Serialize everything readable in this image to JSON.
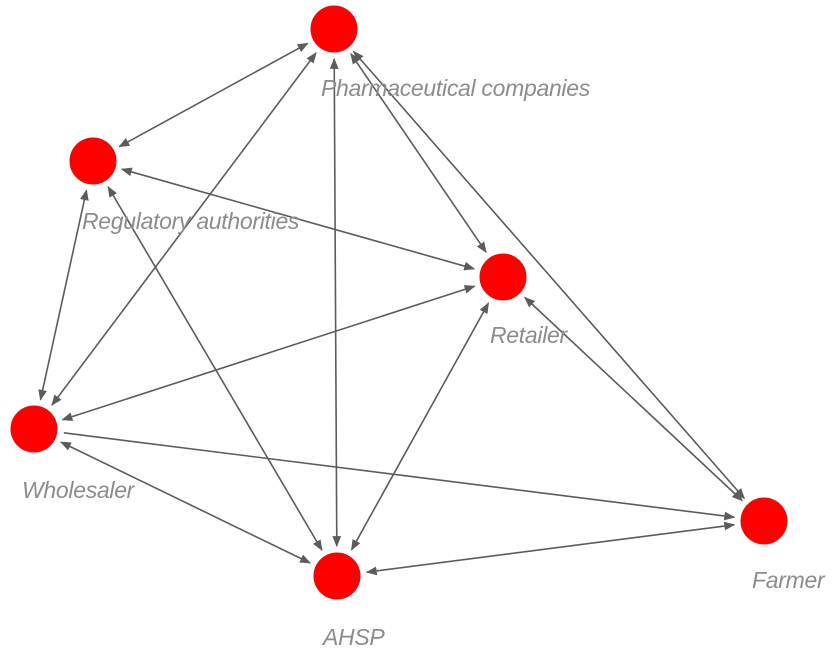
{
  "colors": {
    "node_fill": "#ff0000",
    "node_stroke": "#e01010",
    "edge": "#5c5c5c",
    "label": "#8c8c8c"
  },
  "nodes": [
    {
      "id": "pharma",
      "label": "Pharmaceutical companies"
    },
    {
      "id": "regulatory",
      "label": "Regulatory authorities"
    },
    {
      "id": "retailer",
      "label": "Retailer"
    },
    {
      "id": "wholesaler",
      "label": "Wholesaler"
    },
    {
      "id": "ahsp",
      "label": "AHSP"
    },
    {
      "id": "farmer",
      "label": "Farmer"
    }
  ],
  "edges": [
    {
      "from": "pharma",
      "to": "regulatory",
      "directed": "both"
    },
    {
      "from": "pharma",
      "to": "wholesaler",
      "directed": "both"
    },
    {
      "from": "pharma",
      "to": "ahsp",
      "directed": "both"
    },
    {
      "from": "pharma",
      "to": "retailer",
      "directed": "both"
    },
    {
      "from": "pharma",
      "to": "farmer",
      "directed": "both"
    },
    {
      "from": "regulatory",
      "to": "retailer",
      "directed": "both"
    },
    {
      "from": "regulatory",
      "to": "wholesaler",
      "directed": "both"
    },
    {
      "from": "regulatory",
      "to": "ahsp",
      "directed": "both"
    },
    {
      "from": "wholesaler",
      "to": "retailer",
      "directed": "both"
    },
    {
      "from": "wholesaler",
      "to": "ahsp",
      "directed": "both"
    },
    {
      "from": "wholesaler",
      "to": "farmer",
      "directed": "to"
    },
    {
      "from": "retailer",
      "to": "ahsp",
      "directed": "both"
    },
    {
      "from": "retailer",
      "to": "farmer",
      "directed": "both"
    },
    {
      "from": "ahsp",
      "to": "farmer",
      "directed": "both"
    }
  ]
}
